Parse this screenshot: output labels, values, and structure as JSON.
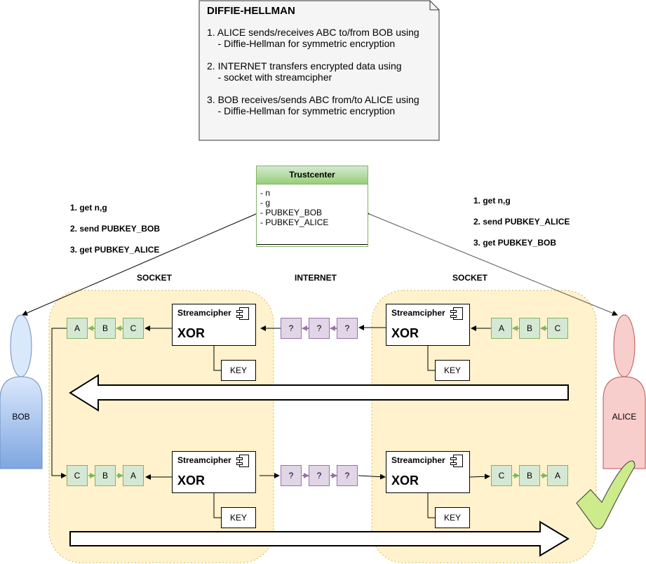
{
  "note": {
    "title": "DIFFIE-HELLMAN",
    "lines": [
      "1. ALICE sends/receives ABC to/from BOB using",
      "    - Diffie-Hellman for symmetric encryption",
      "",
      "2. INTERNET transfers encrypted data using",
      "    - socket with streamcipher",
      "",
      "3. BOB receives/sends ABC from/to ALICE using",
      "    - Diffie-Hellman for symmetric encryption"
    ]
  },
  "trustcenter": {
    "title": "Trustcenter",
    "fields": [
      "- n",
      "- g",
      "- PUBKEY_BOB",
      "- PUBKEY_ALICE"
    ]
  },
  "bob_steps": [
    "1. get n,g",
    "2. send PUBKEY_BOB",
    "3. get PUBKEY_ALICE"
  ],
  "alice_steps": [
    "1. get n,g",
    "2. send PUBKEY_ALICE",
    "3. get PUBKEY_BOB"
  ],
  "zones": {
    "left": "SOCKET",
    "middle": "INTERNET",
    "right": "SOCKET"
  },
  "actors": {
    "bob": "BOB",
    "alice": "ALICE"
  },
  "component": {
    "title": "Streamcipher",
    "body": "XOR",
    "key": "KEY"
  },
  "rows": {
    "top_left": [
      "A",
      "B",
      "C"
    ],
    "top_middle": [
      "?",
      "?",
      "?"
    ],
    "top_right": [
      "A",
      "B",
      "C"
    ],
    "bottom_left": [
      "C",
      "B",
      "A"
    ],
    "bottom_middle": [
      "?",
      "?",
      "?"
    ],
    "bottom_right": [
      "C",
      "B",
      "A"
    ]
  },
  "colors": {
    "socket_fill": "#fff2cc",
    "socket_border": "#d6b656",
    "bob_fill": "#dae8fc",
    "bob_border": "#6c8ebf",
    "alice_fill": "#f8cecc",
    "alice_border": "#b85450",
    "data_fill": "#d5e8d4",
    "encrypted_fill": "#e1d5e7",
    "check_fill": "#cdeb8b"
  }
}
